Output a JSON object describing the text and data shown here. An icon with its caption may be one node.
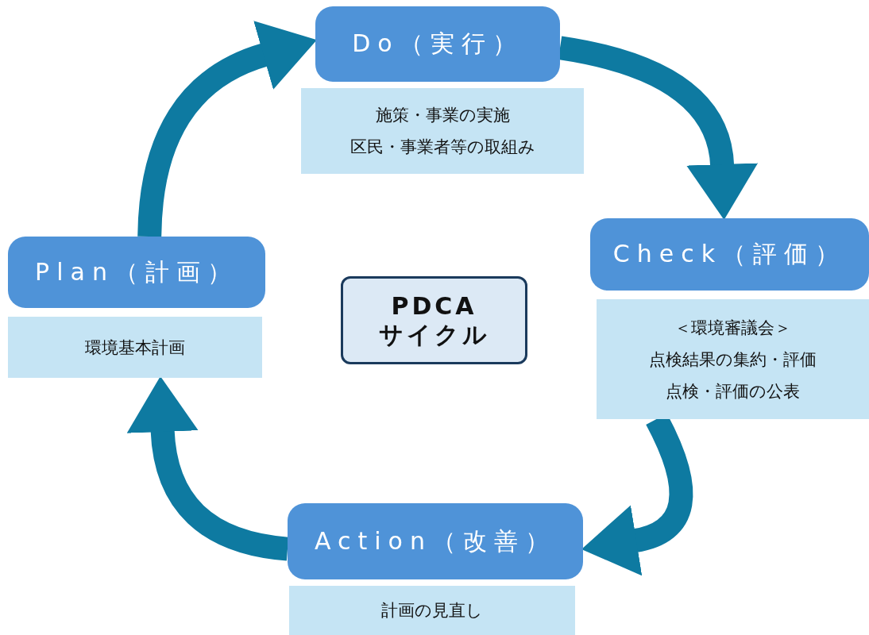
{
  "diagram": {
    "nodes": [
      {
        "text": [
          "Do（実行）"
        ]
      },
      {
        "text": [
          "施策・事業の実施",
          "区民・事業者等の取組み"
        ]
      },
      {
        "text": [
          "Check（評価）"
        ]
      },
      {
        "text": [
          "＜環境審議会＞",
          "点検結果の集約・評価",
          "点検・評価の公表"
        ]
      },
      {
        "text": [
          "Action（改善）"
        ]
      },
      {
        "text": [
          "計画の見直し"
        ]
      },
      {
        "text": [
          "Plan（計画）"
        ]
      },
      {
        "text": [
          "環境基本計画"
        ]
      },
      {
        "text": [
          "PDCA",
          "サイクル"
        ]
      }
    ],
    "edges": [
      {
        "from": 6,
        "to": 0,
        "arrow": "to"
      },
      {
        "from": 0,
        "to": 2,
        "arrow": "to"
      },
      {
        "from": 3,
        "to": 4,
        "arrow": "to"
      },
      {
        "from": 4,
        "to": 7,
        "arrow": "to"
      }
    ]
  }
}
